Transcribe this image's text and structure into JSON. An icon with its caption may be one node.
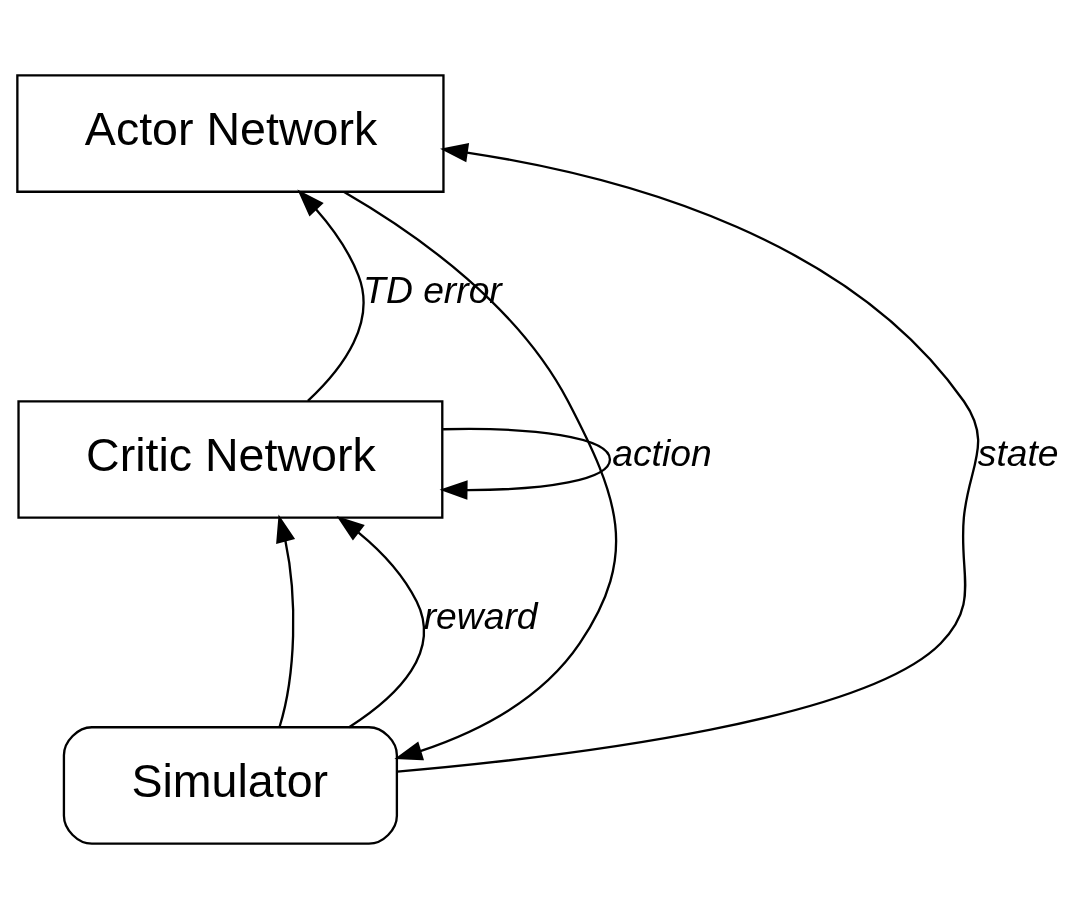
{
  "diagram": {
    "nodes": [
      {
        "text": [
          "Actor Network"
        ]
      },
      {
        "text": [
          "Critic Network"
        ]
      },
      {
        "text": [
          "Simulator"
        ]
      }
    ],
    "edges": [
      {
        "from": 2,
        "to": 0,
        "arrow": "to",
        "label": "state"
      },
      {
        "from": 2,
        "to": 1,
        "arrow": "to"
      },
      {
        "from": 1,
        "to": 0,
        "arrow": "to",
        "label": "TD error"
      },
      {
        "from": 1,
        "to": 1,
        "arrow": "to"
      },
      {
        "from": 2,
        "to": 1,
        "arrow": "to",
        "label": "reward"
      },
      {
        "from": 0,
        "to": 2,
        "arrow": "to",
        "label": "action"
      }
    ]
  }
}
